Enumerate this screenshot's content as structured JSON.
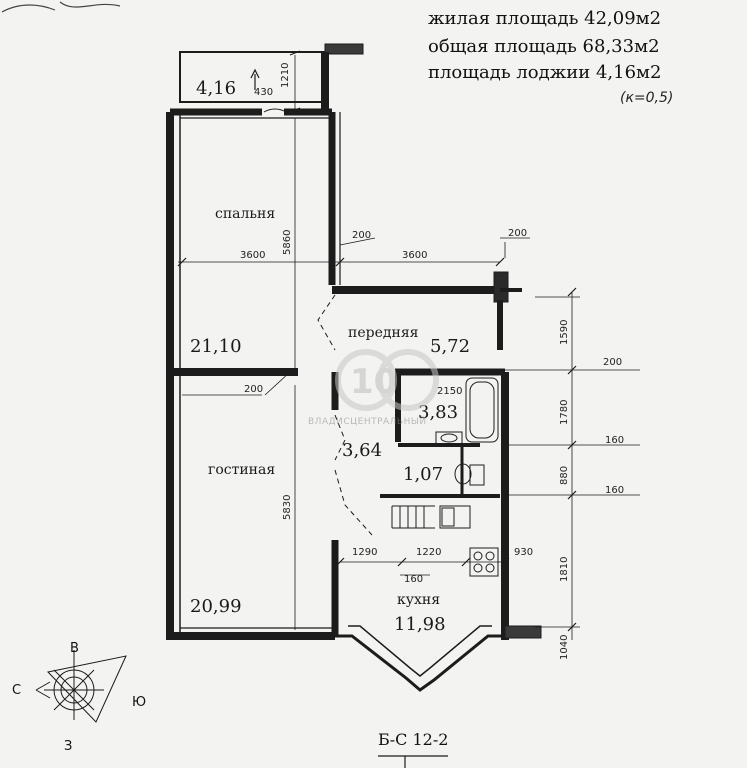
{
  "header": {
    "living_area": "жилая площадь 42,09м2",
    "total_area": "общая площадь 68,33м2",
    "loggia_area": "площадь лоджии 4,16м2",
    "coefficient_note": "(к=0,5)"
  },
  "rooms": {
    "loggia": {
      "area": "4,16"
    },
    "bedroom": {
      "name": "спальня",
      "area": "21,10"
    },
    "hallway": {
      "name": "передняя",
      "area": "5,72"
    },
    "living_room": {
      "name": "гостиная",
      "area": "20,99"
    },
    "bathroom": {
      "area": "3,83"
    },
    "corridor": {
      "area": "3,64"
    },
    "toilet": {
      "area": "1,07"
    },
    "kitchen": {
      "name": "кухня",
      "area": "11,98"
    }
  },
  "dimensions": {
    "d430": "430",
    "d1210": "1210",
    "d3600a": "3600",
    "d5860": "5860",
    "d200a": "200",
    "d3600b": "3600",
    "d200b": "200",
    "d1590": "1590",
    "d200c": "200",
    "d200d": "200",
    "d2150": "2150",
    "d1780": "1780",
    "d160a": "160",
    "d880": "880",
    "d160b": "160",
    "d5830": "5830",
    "d1290": "1290",
    "d1220": "1220",
    "d930": "930",
    "d160c": "160",
    "d1810": "1810",
    "d1040": "1040"
  },
  "compass": {
    "north": "В",
    "west": "С",
    "east": "Ю",
    "south": "З"
  },
  "plan_code": "Б-С 12-2",
  "watermark": {
    "logo": "10",
    "text": "ВЛАДИСЦЕНТРАЛЬНЫЙ"
  },
  "colors": {
    "ink": "#1c1c1c",
    "paper": "#f3f3f1",
    "watermark": "#b5b5b5"
  }
}
